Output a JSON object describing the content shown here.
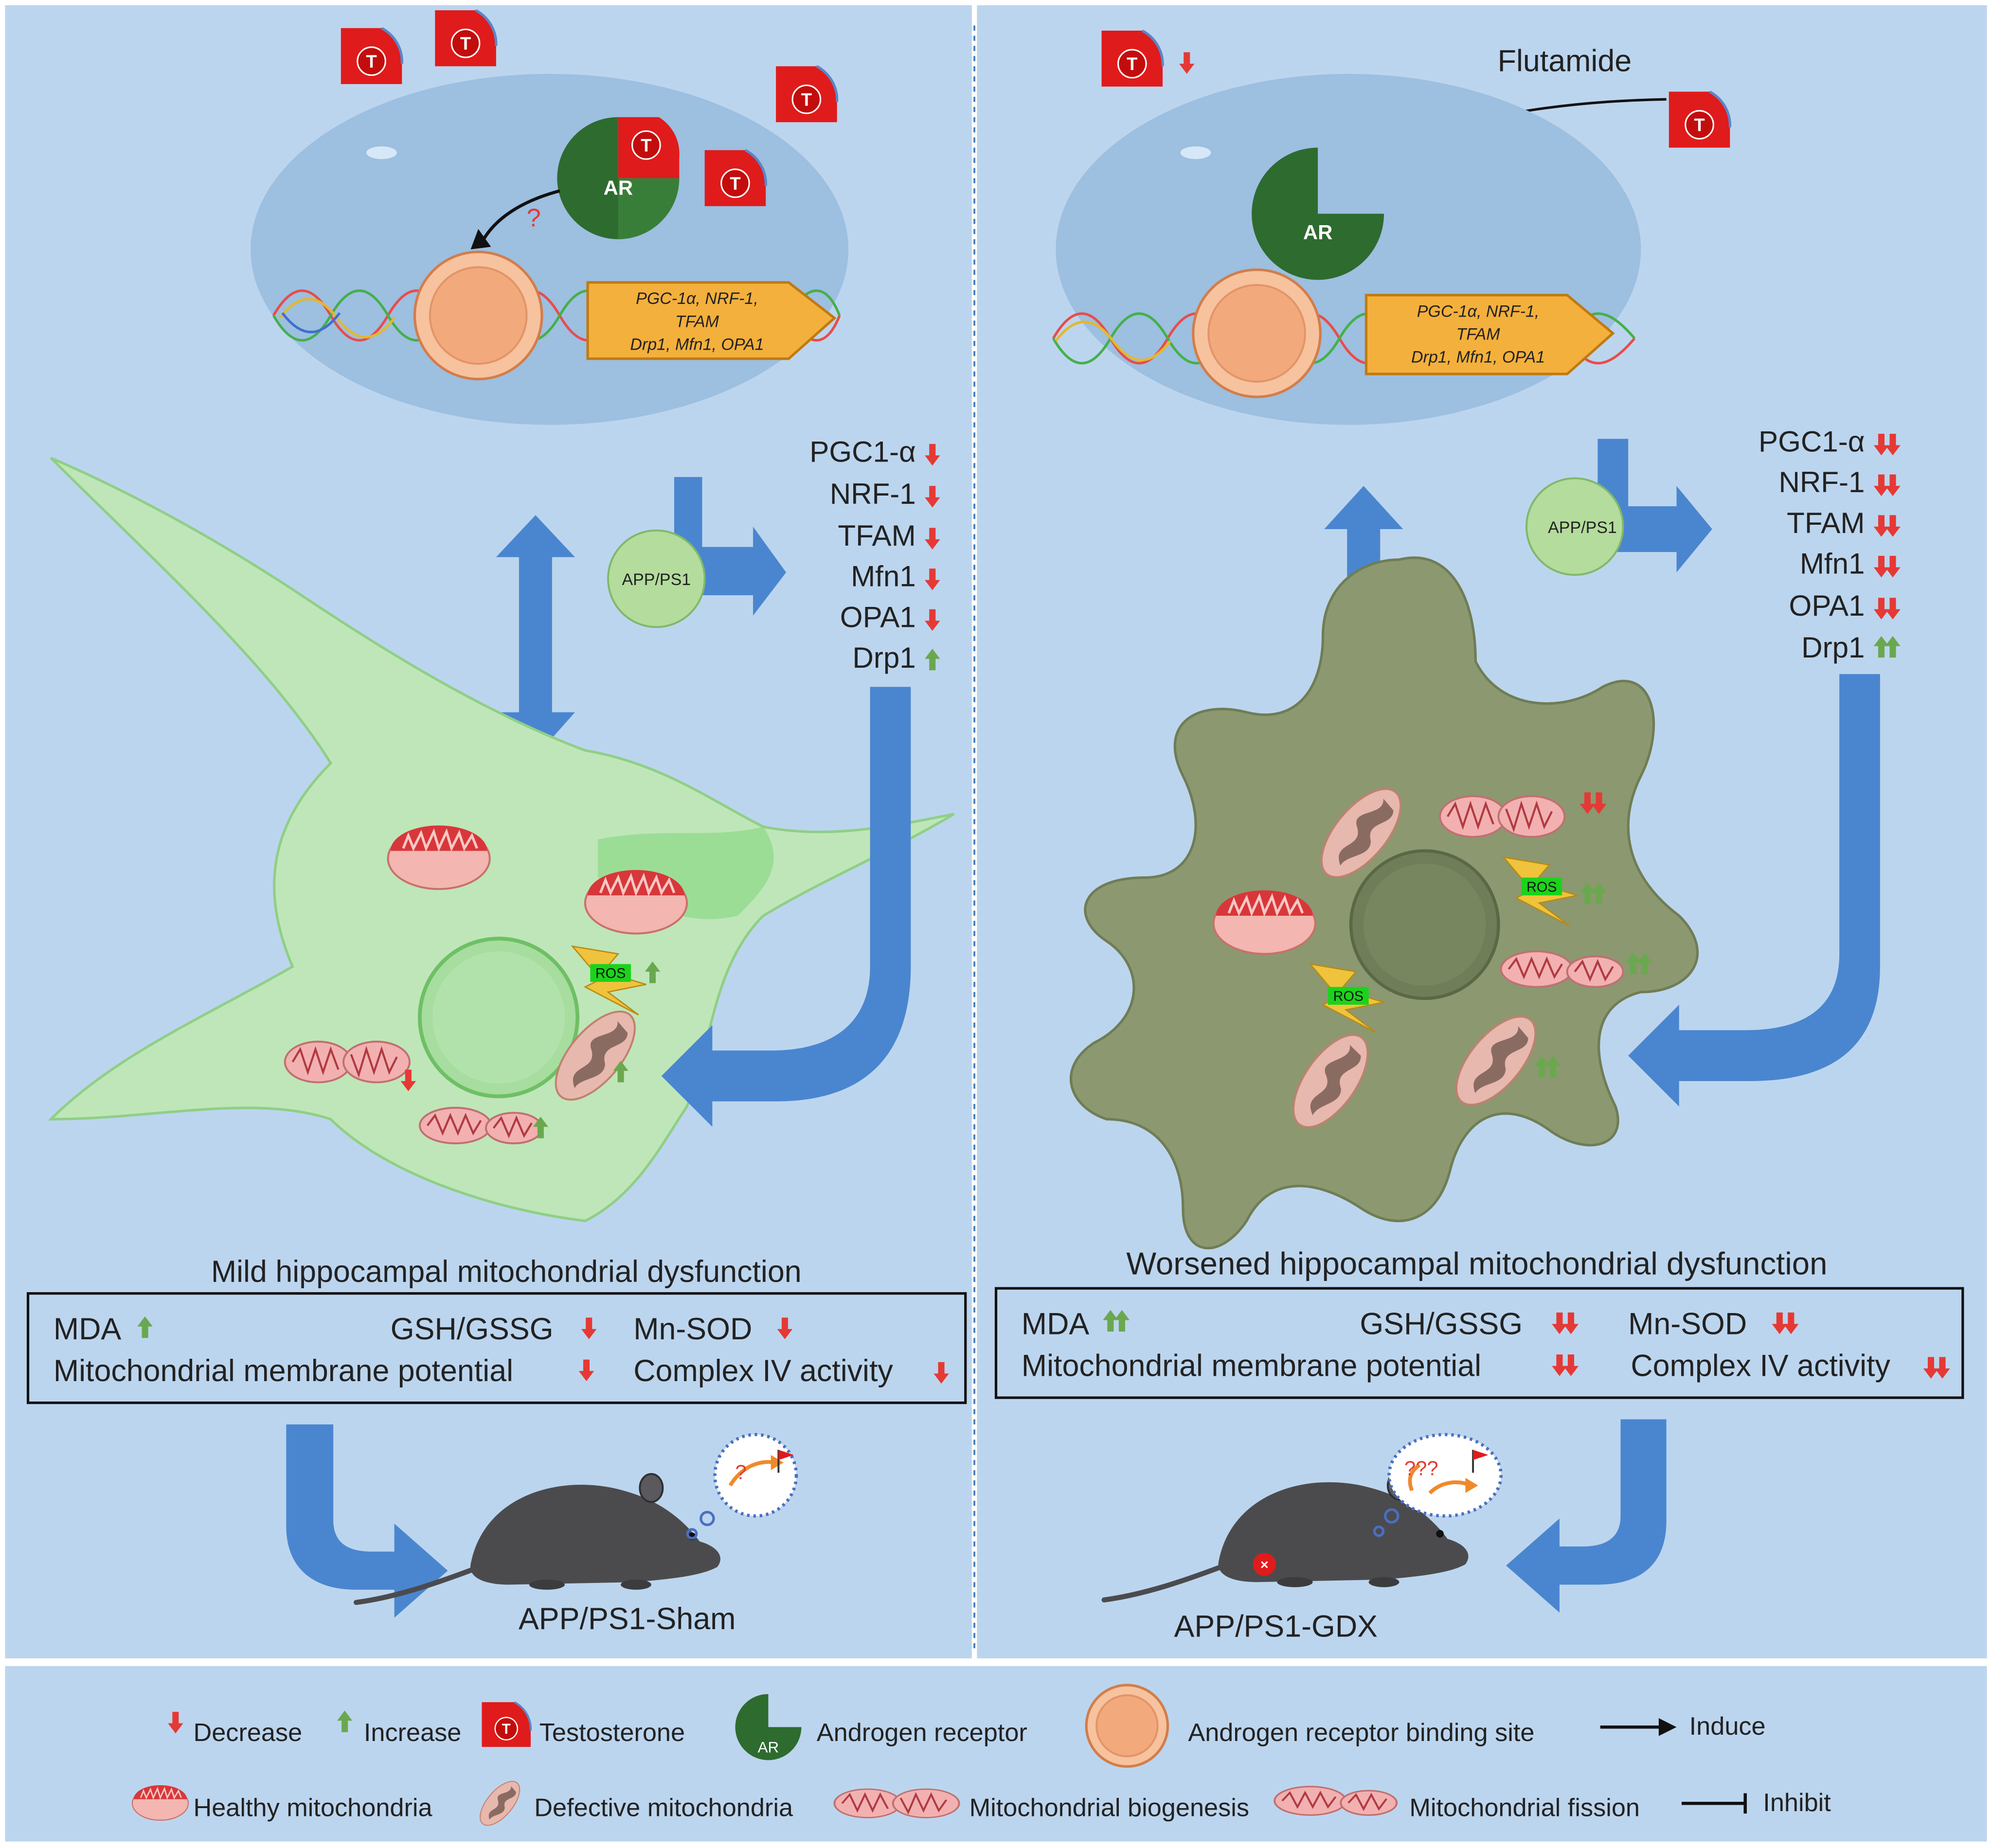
{
  "colors": {
    "panel_bg": "#bcd5ee",
    "nucleus_bg": "#9dbfe0",
    "arrow_blue": "#4a86cf",
    "decrease_red": "#e53935",
    "increase_green": "#6aa84f",
    "testosterone_red": "#e01b1b",
    "receptor_green": "#2e6b2f",
    "binding_site": "#f2a97b",
    "gene_box": "#f4b03c",
    "neuron_green": "#bfe6b8",
    "degenerated_cell": "#8c9870",
    "app_circle": "#b4dc9c",
    "ros_green": "#1bd31b"
  },
  "left": {
    "receptor_label": "AR",
    "question_mark": "?",
    "gene_box_line1": "PGC-1α, NRF-1,",
    "gene_box_line2": "TFAM",
    "gene_box_line3": "Drp1, Mfn1, OPA1",
    "app_label": "APP/PS1",
    "markers": [
      {
        "name": "PGC1-α",
        "change": "down"
      },
      {
        "name": "NRF-1",
        "change": "down"
      },
      {
        "name": "TFAM",
        "change": "down"
      },
      {
        "name": "Mfn1",
        "change": "down"
      },
      {
        "name": "OPA1",
        "change": "down"
      },
      {
        "name": "Drp1",
        "change": "up"
      }
    ],
    "ros_label": "ROS",
    "outcome_title": "Mild hippocampal mitochondrial dysfunction",
    "box": {
      "mda": "MDA",
      "gsh": "GSH/GSSG",
      "mnsod": "Mn-SOD",
      "mmp": "Mitochondrial membrane potential",
      "complex": "Complex IV activity"
    },
    "thought_question": "?",
    "mouse_label": "APP/PS1-Sham"
  },
  "right": {
    "flutamide_label": "Flutamide",
    "receptor_label": "AR",
    "gene_box_line1": "PGC-1α, NRF-1,",
    "gene_box_line2": "TFAM",
    "gene_box_line3": "Drp1, Mfn1, OPA1",
    "app_label": "APP/PS1",
    "markers": [
      {
        "name": "PGC1-α",
        "change": "down2"
      },
      {
        "name": "NRF-1",
        "change": "down2"
      },
      {
        "name": "TFAM",
        "change": "down2"
      },
      {
        "name": "Mfn1",
        "change": "down2"
      },
      {
        "name": "OPA1",
        "change": "down2"
      },
      {
        "name": "Drp1",
        "change": "up2"
      }
    ],
    "ros_label": "ROS",
    "outcome_title": "Worsened hippocampal mitochondrial dysfunction",
    "box": {
      "mda": "MDA",
      "gsh": "GSH/GSSG",
      "mnsod": "Mn-SOD",
      "mmp": "Mitochondrial membrane potential",
      "complex": "Complex IV activity"
    },
    "thought_question": "???",
    "mouse_label": "APP/PS1-GDX"
  },
  "testosterone_symbol": "T",
  "legend": {
    "decrease": "Decrease",
    "increase": "Increase",
    "testosterone": "Testosterone",
    "androgen_receptor": "Androgen receptor",
    "receptor_icon_label": "AR",
    "binding_site": "Androgen receptor binding site",
    "induce": "Induce",
    "healthy": "Healthy mitochondria",
    "defective": "Defective mitochondria",
    "biogenesis": "Mitochondrial biogenesis",
    "fission": "Mitochondrial fission",
    "inhibit": "Inhibit"
  }
}
